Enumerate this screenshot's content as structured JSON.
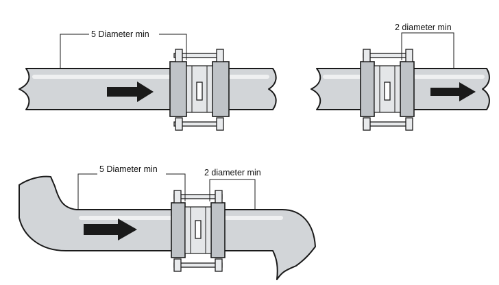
{
  "labels": {
    "top_left_upstream": "5 Diameter min",
    "top_right_downstream": "2 diameter min",
    "bottom_upstream": "5 Diameter min",
    "bottom_downstream": "2 diameter min"
  },
  "colors": {
    "pipe": "#d2d5d8",
    "outline": "#1a1a1a",
    "arrow": "#1a1a1a"
  },
  "icons": {
    "flow_arrow": "flow-direction-arrow-icon",
    "meter": "flowmeter-flange-icon"
  }
}
